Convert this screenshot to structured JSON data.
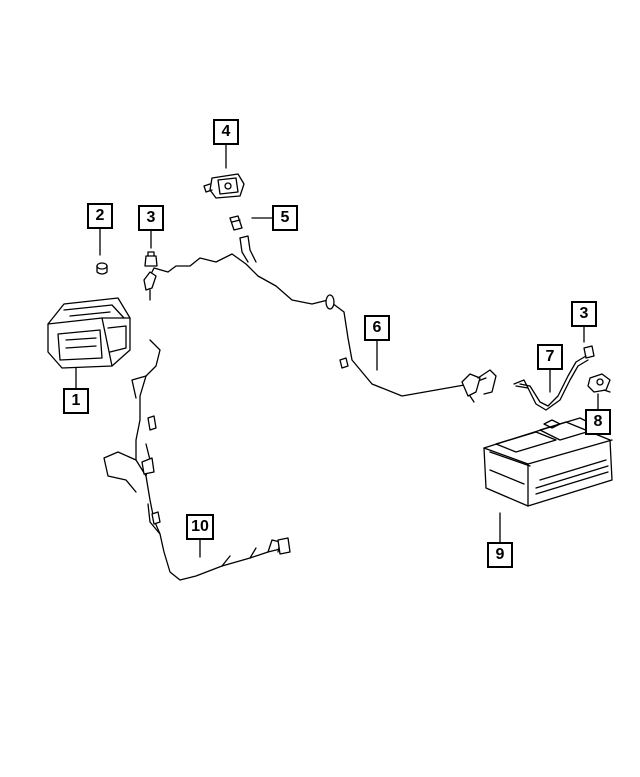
{
  "callouts": [
    {
      "id": "c1",
      "label": "1"
    },
    {
      "id": "c2",
      "label": "2"
    },
    {
      "id": "c3a",
      "label": "3"
    },
    {
      "id": "c3b",
      "label": "3"
    },
    {
      "id": "c4",
      "label": "4"
    },
    {
      "id": "c5",
      "label": "5"
    },
    {
      "id": "c6",
      "label": "6"
    },
    {
      "id": "c7",
      "label": "7"
    },
    {
      "id": "c8",
      "label": "8"
    },
    {
      "id": "c9",
      "label": "9"
    },
    {
      "id": "c10",
      "label": "10"
    }
  ]
}
